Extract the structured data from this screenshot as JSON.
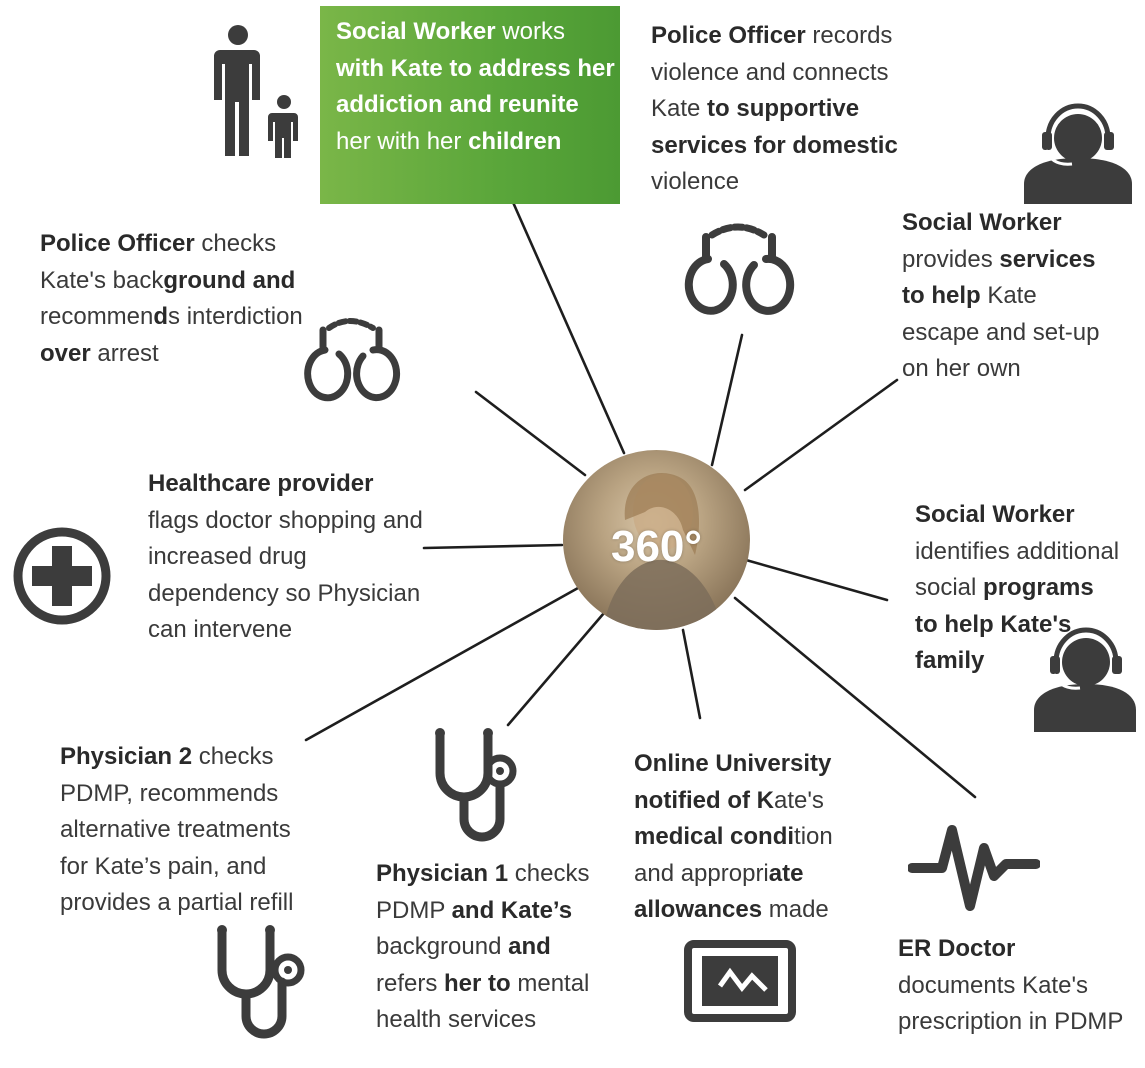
{
  "center": {
    "label": "360°"
  },
  "nodes": {
    "sw_top": {
      "role": "Social Worker",
      "text": [
        [
          "b",
          "Social Worker"
        ],
        [
          "n",
          " works "
        ],
        [
          "b",
          "with Kate to address her addiction and reunite"
        ],
        [
          "n",
          " her with her "
        ],
        [
          "b",
          "children"
        ]
      ]
    },
    "police_top": {
      "role": "Police Officer",
      "text": [
        [
          "b",
          "Police Officer"
        ],
        [
          "n",
          " records violence and connects Kate "
        ],
        [
          "b",
          "to supportive services for domestic"
        ],
        [
          "n",
          " violence"
        ]
      ]
    },
    "police_left": {
      "role": "Police Officer",
      "text": [
        [
          "b",
          "Police Officer"
        ],
        [
          "n",
          " checks Kate's back"
        ],
        [
          "b",
          "ground and"
        ],
        [
          "n",
          " recommen"
        ],
        [
          "b",
          "d"
        ],
        [
          "n",
          "s interdiction "
        ],
        [
          "b",
          "over"
        ],
        [
          "n",
          " arrest"
        ]
      ]
    },
    "sw_right": {
      "role": "Social Worker",
      "text": [
        [
          "b",
          "Social Worker"
        ],
        [
          "n",
          " provides "
        ],
        [
          "b",
          "services to help"
        ],
        [
          "n",
          " Kate escape and set-up on her own"
        ]
      ]
    },
    "healthcare": {
      "role": "Healthcare provider",
      "text": [
        [
          "b",
          "Healthcare provider"
        ],
        [
          "n",
          " flags doctor shopping and increased drug dependency so Physician can intervene"
        ]
      ]
    },
    "sw_right2": {
      "role": "Social Worker",
      "text": [
        [
          "b",
          "Social Worker"
        ],
        [
          "n",
          " identifies additional social "
        ],
        [
          "b",
          "programs to help Kate's family"
        ]
      ]
    },
    "physician2": {
      "role": "Physician 2",
      "text": [
        [
          "b",
          "Physician 2"
        ],
        [
          "n",
          " checks PDMP, recommends alternative treatments for Kate’s pain, and provides a partial refill"
        ]
      ]
    },
    "physician1": {
      "role": "Physician 1",
      "text": [
        [
          "b",
          "Physician 1"
        ],
        [
          "n",
          " checks PDMP "
        ],
        [
          "b",
          "and Kate’s"
        ],
        [
          "n",
          " background "
        ],
        [
          "b",
          "and"
        ],
        [
          "n",
          " refers "
        ],
        [
          "b",
          "her to"
        ],
        [
          "n",
          " mental health services"
        ]
      ]
    },
    "university": {
      "role": "Online University",
      "text": [
        [
          "b",
          "Online University"
        ],
        [
          "n",
          " "
        ],
        [
          "b",
          "notified of K"
        ],
        [
          "n",
          "ate's "
        ],
        [
          "b",
          "medical condi"
        ],
        [
          "n",
          "tion and appropri"
        ],
        [
          "b",
          "ate"
        ],
        [
          "n",
          " "
        ],
        [
          "b",
          "allowances"
        ],
        [
          "n",
          " made"
        ]
      ]
    },
    "er": {
      "role": "ER Doctor",
      "text": [
        [
          "b",
          "ER Doctor"
        ],
        [
          "n",
          " documents Kate's prescription in PDMP"
        ]
      ]
    }
  },
  "colors": {
    "accent_green": "#5aa63a",
    "icon_gray": "#3c3c3c",
    "text": "#3a3a3a"
  },
  "icons": [
    "parent-child-icon",
    "handcuffs-icon",
    "headset-person-icon",
    "medical-cross-icon",
    "stethoscope-icon",
    "heartbeat-icon",
    "tablet-icon"
  ]
}
